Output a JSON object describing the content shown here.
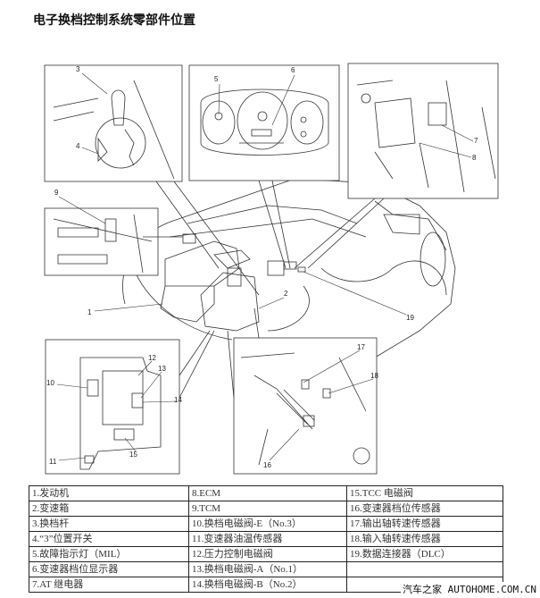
{
  "title": "电子换档控制系统零部件位置",
  "callouts": {
    "c1": "1",
    "c2": "2",
    "c3": "3",
    "c4": "4",
    "c5": "5",
    "c6": "6",
    "c7": "7",
    "c8": "8",
    "c9": "9",
    "c10": "10",
    "c11": "11",
    "c12": "12",
    "c13": "13",
    "c14": "14",
    "c15": "15",
    "c16": "16",
    "c17": "17",
    "c18": "18",
    "c19": "19"
  },
  "legend_rows": [
    [
      "1.发动机",
      "8.ECM",
      "15.TCC 电磁阀"
    ],
    [
      "2.变速箱",
      "9.TCM",
      "16.变速器档位传感器"
    ],
    [
      "3.换档杆",
      "10.换档电磁阀-E（No.3）",
      "17.输出轴转速传感器"
    ],
    [
      "4.“3”位置开关",
      "11.变速器油温传感器",
      "18.输入轴转速传感器"
    ],
    [
      "5.故障指示灯（MIL）",
      "12.压力控制电磁阀",
      "19.数据连接器（DLC）"
    ],
    [
      "6.变速器档位显示器",
      "13.换档电磁阀-A（No.1）",
      ""
    ],
    [
      "7.AT 继电器",
      "14.换档电磁阀-B（No.2）",
      ""
    ]
  ],
  "watermark": "汽车之家 AUTOHOME.COM.CN"
}
